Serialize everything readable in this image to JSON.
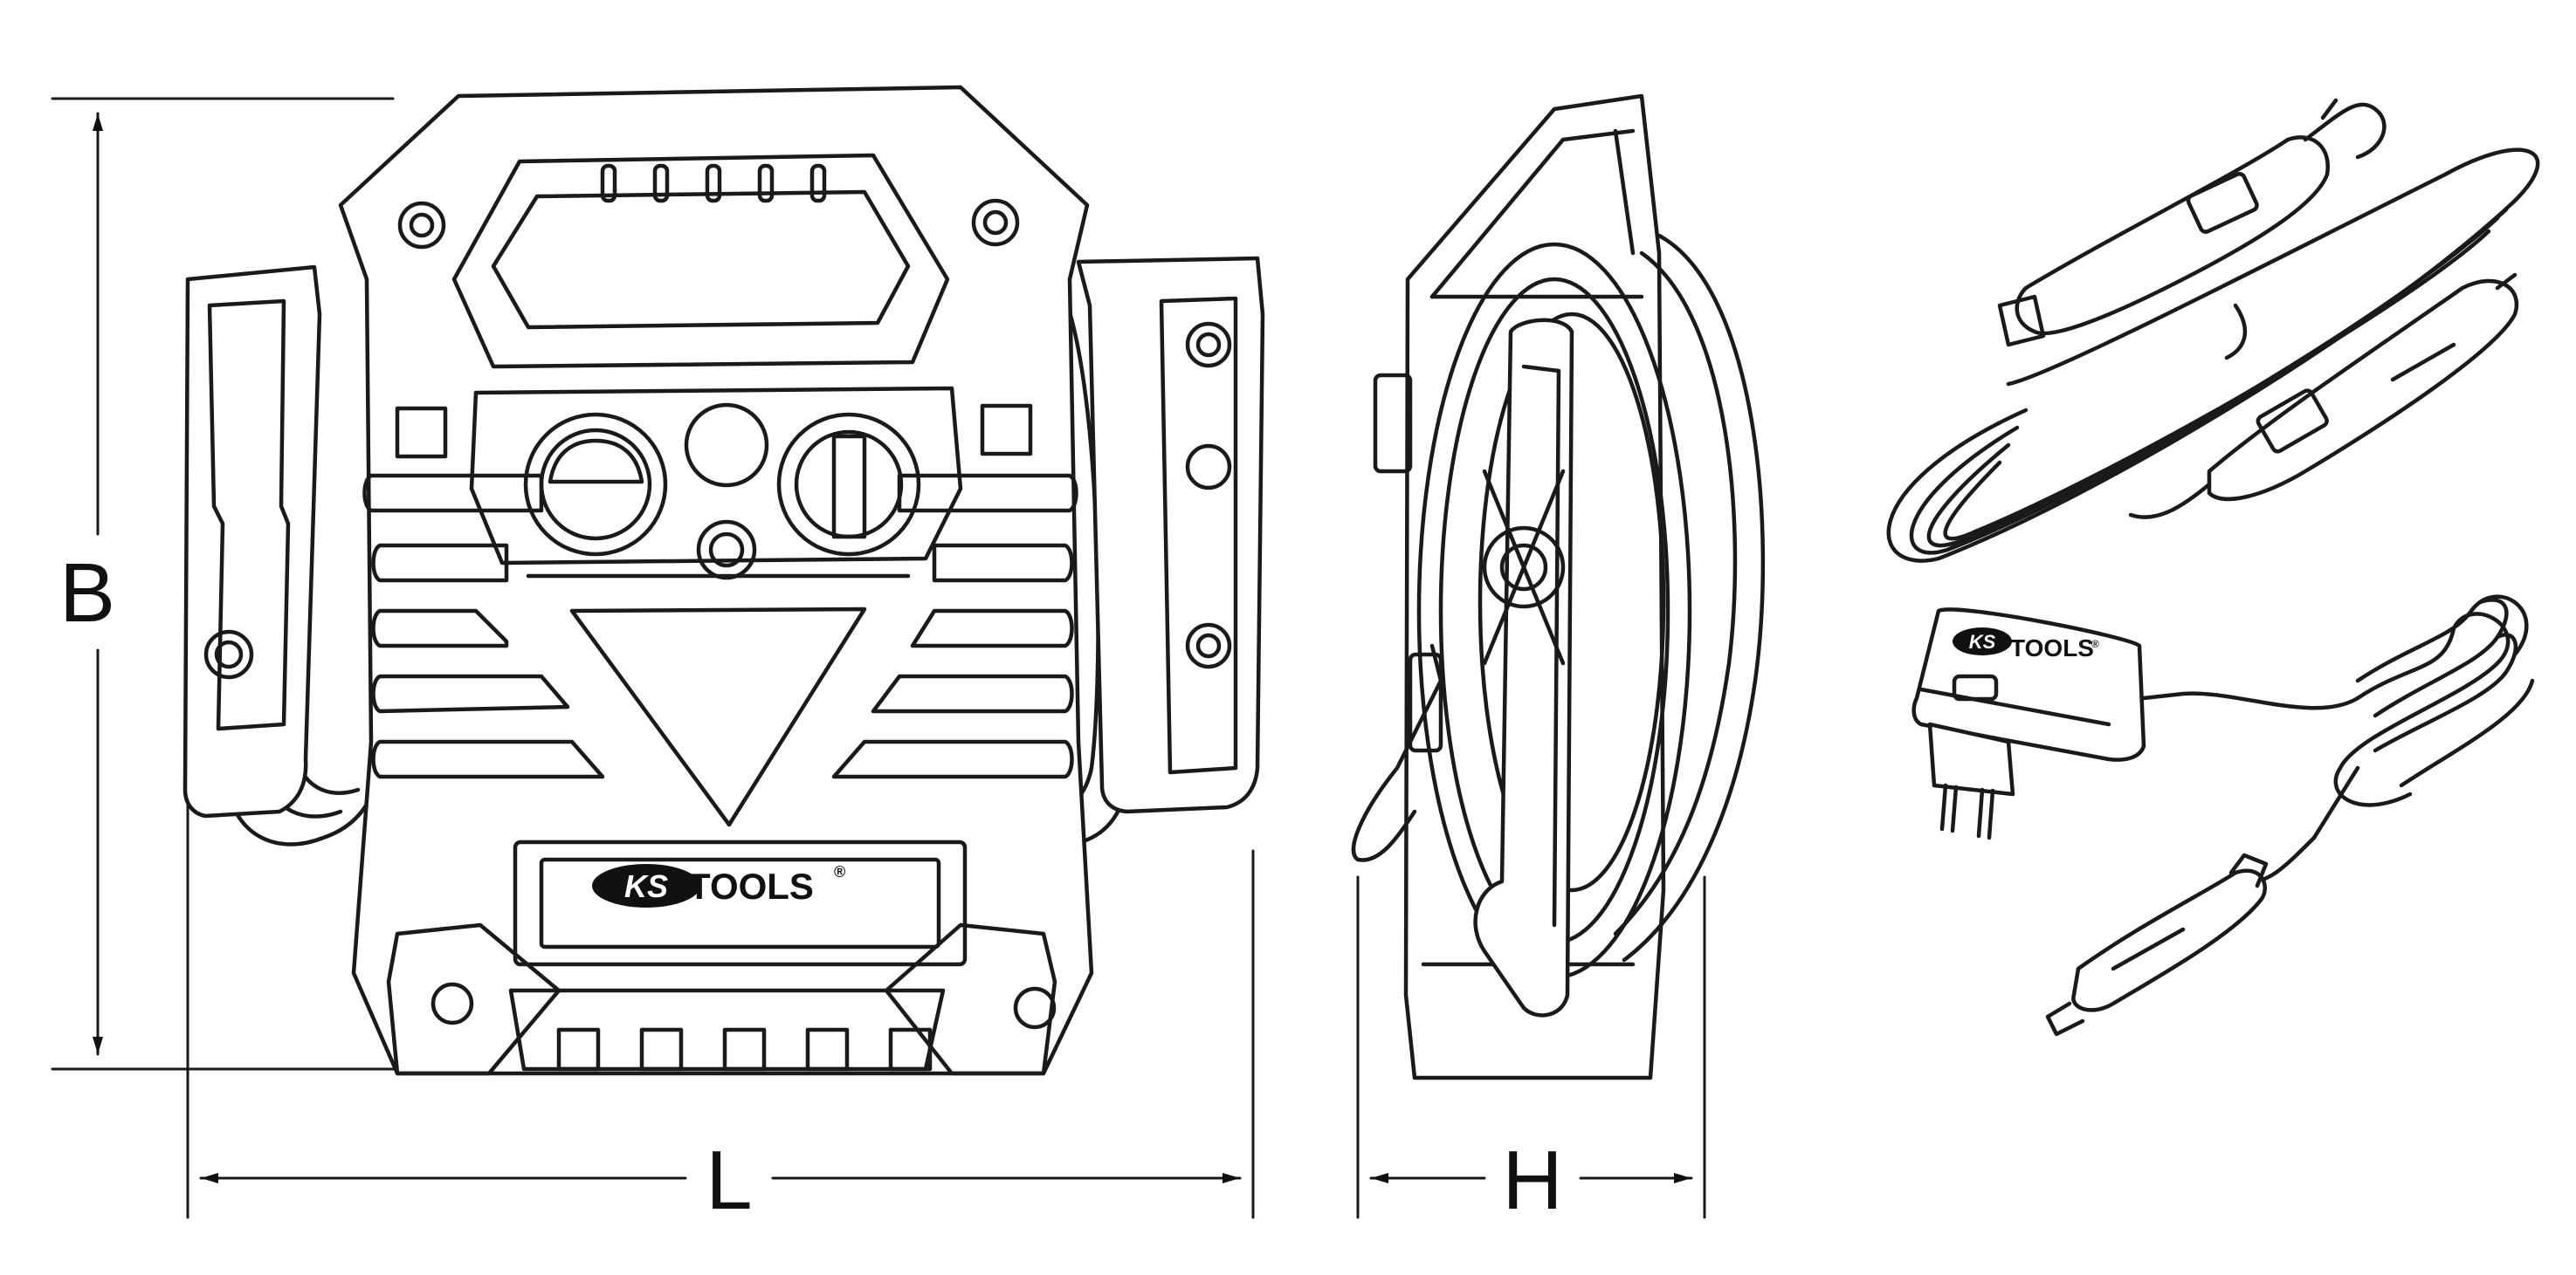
{
  "dimensions": {
    "height_label": "B",
    "length_label": "L",
    "depth_label": "H"
  },
  "logo": {
    "brand_prefix": "KS",
    "brand_suffix": "TOOLS",
    "registered_mark": "®"
  },
  "icons": [
    "jump-starter-front-view",
    "jump-starter-side-view",
    "car-charger-cable",
    "wall-charger-adapter",
    "dimension-arrow"
  ]
}
